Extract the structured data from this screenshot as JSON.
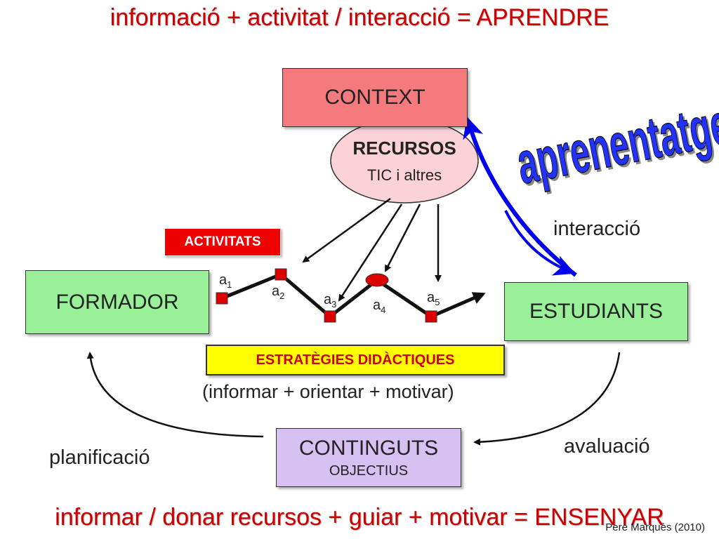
{
  "title_top": "informació + activitat / interacció = APRENDRE",
  "title_bottom": "informar / donar recursos + guiar + motivar = ENSENYAR",
  "context": "CONTEXT",
  "recursos": {
    "title": "RECURSOS",
    "subtitle": "TIC i altres"
  },
  "activitats": "ACTIVITATS",
  "formador": "FORMADOR",
  "estudiants": "ESTUDIANTS",
  "continguts": {
    "title": "CONTINGUTS",
    "subtitle": "OBJECTIUS"
  },
  "estrategies": "ESTRATÈGIES DIDÀCTIQUES",
  "formula_middle": "(informar + orientar + motivar)",
  "aprenentatge": "aprenentatge",
  "interaccio": "interacció",
  "planificacio": "planificació",
  "avaluacio": "avaluació",
  "credit": "Pere Marquès (2010)",
  "activity_steps": [
    {
      "letter": "a",
      "index": "1"
    },
    {
      "letter": "a",
      "index": "2"
    },
    {
      "letter": "a",
      "index": "3"
    },
    {
      "letter": "a",
      "index": "4"
    },
    {
      "letter": "a",
      "index": "5"
    }
  ],
  "colors": {
    "title_red": "#cc0000",
    "context_fill": "#f47a7e",
    "recursos_fill": "#fbd3d6",
    "actor_fill": "#99f099",
    "continguts_fill": "#d6c1f2",
    "estrategies_fill": "#ffff00",
    "activitats_fill": "#ee0000",
    "arrow_blue": "#0000ee",
    "aprenentatge_blue": "#2233ff"
  }
}
